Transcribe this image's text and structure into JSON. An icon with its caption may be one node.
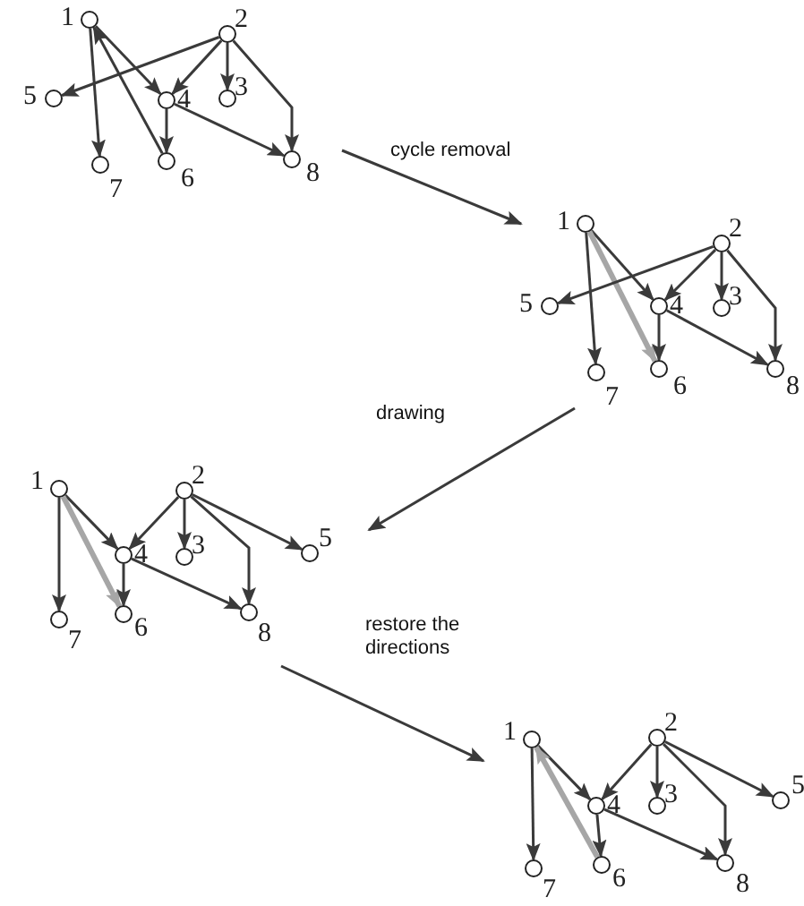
{
  "diagram": {
    "nodes": [
      {
        "text": [],
        "shape": "circle",
        "beside": [
          "1"
        ]
      },
      {
        "text": [],
        "shape": "circle",
        "beside": [
          "2"
        ]
      },
      {
        "text": [],
        "shape": "circle",
        "beside": [
          "3"
        ]
      },
      {
        "text": [],
        "shape": "circle",
        "beside": [
          "4"
        ]
      },
      {
        "text": [],
        "shape": "circle",
        "beside": [
          "5"
        ]
      },
      {
        "text": [],
        "shape": "circle",
        "beside": [
          "6"
        ]
      },
      {
        "text": [],
        "shape": "circle",
        "beside": [
          "7"
        ]
      },
      {
        "text": [],
        "shape": "circle",
        "beside": [
          "8"
        ]
      },
      {
        "text": [],
        "shape": "circle",
        "beside": [
          "1"
        ]
      },
      {
        "text": [],
        "shape": "circle",
        "beside": [
          "2"
        ]
      },
      {
        "text": [],
        "shape": "circle",
        "beside": [
          "3"
        ]
      },
      {
        "text": [],
        "shape": "circle",
        "beside": [
          "4"
        ]
      },
      {
        "text": [],
        "shape": "circle",
        "beside": [
          "5"
        ]
      },
      {
        "text": [],
        "shape": "circle",
        "beside": [
          "6"
        ]
      },
      {
        "text": [],
        "shape": "circle",
        "beside": [
          "7"
        ]
      },
      {
        "text": [],
        "shape": "circle",
        "beside": [
          "8"
        ]
      },
      {
        "text": [],
        "shape": "circle",
        "beside": [
          "1"
        ]
      },
      {
        "text": [],
        "shape": "circle",
        "beside": [
          "2"
        ]
      },
      {
        "text": [],
        "shape": "circle",
        "beside": [
          "3"
        ]
      },
      {
        "text": [],
        "shape": "circle",
        "beside": [
          "4"
        ]
      },
      {
        "text": [],
        "shape": "circle",
        "beside": [
          "5"
        ]
      },
      {
        "text": [],
        "shape": "circle",
        "beside": [
          "6"
        ]
      },
      {
        "text": [],
        "shape": "circle",
        "beside": [
          "7"
        ]
      },
      {
        "text": [],
        "shape": "circle",
        "beside": [
          "8"
        ]
      },
      {
        "text": [],
        "shape": "circle",
        "beside": [
          "1"
        ]
      },
      {
        "text": [],
        "shape": "circle",
        "beside": [
          "2"
        ]
      },
      {
        "text": [],
        "shape": "circle",
        "beside": [
          "3"
        ]
      },
      {
        "text": [],
        "shape": "circle",
        "beside": [
          "4"
        ]
      },
      {
        "text": [],
        "shape": "circle",
        "beside": [
          "5"
        ]
      },
      {
        "text": [],
        "shape": "circle",
        "beside": [
          "6"
        ]
      },
      {
        "text": [],
        "shape": "circle",
        "beside": [
          "7"
        ]
      },
      {
        "text": [],
        "shape": "circle",
        "beside": [
          "8"
        ]
      }
    ],
    "edges": [
      {
        "from": 0,
        "to": 6,
        "arrow": "to"
      },
      {
        "from": 0,
        "to": 3,
        "arrow": "to"
      },
      {
        "from": 5,
        "to": 0,
        "arrow": "to"
      },
      {
        "from": 1,
        "to": 4,
        "arrow": "to"
      },
      {
        "from": 1,
        "to": 3,
        "arrow": "to"
      },
      {
        "from": 1,
        "to": 2,
        "arrow": "to"
      },
      {
        "from": 1,
        "to": 7,
        "arrow": "to"
      },
      {
        "from": 3,
        "to": 5,
        "arrow": "to"
      },
      {
        "from": 3,
        "to": 7,
        "arrow": "to"
      },
      {
        "from": 8,
        "to": 14,
        "arrow": "to"
      },
      {
        "from": 8,
        "to": 11,
        "arrow": "to"
      },
      {
        "from": 8,
        "to": 13,
        "arrow": "to",
        "style": "thick",
        "color": "#a6a6a6"
      },
      {
        "from": 9,
        "to": 12,
        "arrow": "to"
      },
      {
        "from": 9,
        "to": 11,
        "arrow": "to"
      },
      {
        "from": 9,
        "to": 10,
        "arrow": "to"
      },
      {
        "from": 9,
        "to": 15,
        "arrow": "to"
      },
      {
        "from": 11,
        "to": 13,
        "arrow": "to"
      },
      {
        "from": 11,
        "to": 15,
        "arrow": "to"
      },
      {
        "from": 16,
        "to": 22,
        "arrow": "to"
      },
      {
        "from": 16,
        "to": 19,
        "arrow": "to"
      },
      {
        "from": 16,
        "to": 21,
        "arrow": "to",
        "style": "thick",
        "color": "#a6a6a6"
      },
      {
        "from": 17,
        "to": 19,
        "arrow": "to"
      },
      {
        "from": 17,
        "to": 18,
        "arrow": "to"
      },
      {
        "from": 17,
        "to": 20,
        "arrow": "to"
      },
      {
        "from": 17,
        "to": 23,
        "arrow": "to"
      },
      {
        "from": 19,
        "to": 21,
        "arrow": "to"
      },
      {
        "from": 19,
        "to": 23,
        "arrow": "to"
      },
      {
        "from": 24,
        "to": 30,
        "arrow": "to"
      },
      {
        "from": 24,
        "to": 27,
        "arrow": "to"
      },
      {
        "from": 29,
        "to": 24,
        "arrow": "to",
        "style": "thick",
        "color": "#a6a6a6"
      },
      {
        "from": 25,
        "to": 27,
        "arrow": "to"
      },
      {
        "from": 25,
        "to": 26,
        "arrow": "to"
      },
      {
        "from": 25,
        "to": 28,
        "arrow": "to"
      },
      {
        "from": 25,
        "to": 31,
        "arrow": "to"
      },
      {
        "from": 27,
        "to": 29,
        "arrow": "to"
      },
      {
        "from": 27,
        "to": 31,
        "arrow": "to"
      }
    ],
    "labels": [
      "cycle removal",
      "drawing",
      "restore the directions"
    ]
  }
}
